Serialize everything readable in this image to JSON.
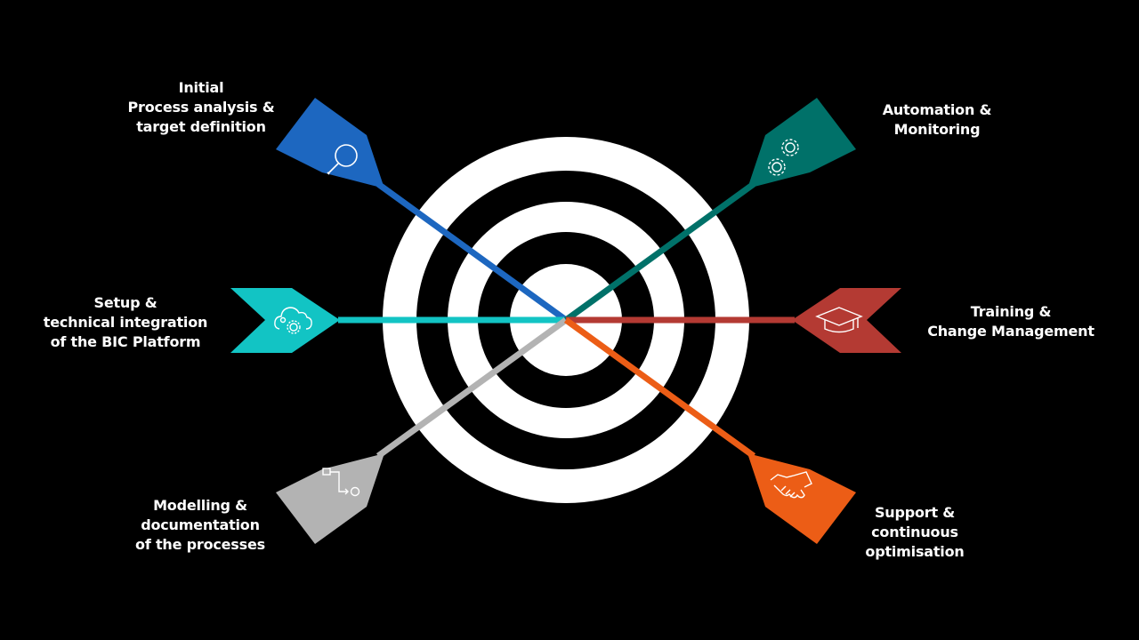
{
  "colors": {
    "background": "#000000",
    "target_ring": "#ffffff",
    "blue": "#1d67c0",
    "teal_dark": "#007169",
    "cyan": "#12c4c4",
    "red": "#b43a33",
    "gray": "#b3b3b3",
    "orange": "#ec5d16"
  },
  "steps": [
    {
      "id": "initial-analysis",
      "lines": [
        "Initial",
        "Process analysis &",
        "target definition"
      ],
      "color": "#1d67c0",
      "icon": "magnifier-icon"
    },
    {
      "id": "setup-integration",
      "lines": [
        "Setup &",
        "technical integration",
        "of the BIC Platform"
      ],
      "color": "#12c4c4",
      "icon": "cloud-gear-icon"
    },
    {
      "id": "modelling",
      "lines": [
        "Modelling &",
        "documentation",
        "of the processes"
      ],
      "color": "#b3b3b3",
      "icon": "process-flow-icon"
    },
    {
      "id": "automation",
      "lines": [
        "Automation &",
        "Monitoring"
      ],
      "color": "#007169",
      "icon": "gears-icon"
    },
    {
      "id": "training",
      "lines": [
        "Training &",
        "Change Management"
      ],
      "color": "#b43a33",
      "icon": "graduation-cap-icon"
    },
    {
      "id": "support",
      "lines": [
        "Support &",
        "continuous",
        "optimisation"
      ],
      "color": "#ec5d16",
      "icon": "handshake-icon"
    }
  ]
}
